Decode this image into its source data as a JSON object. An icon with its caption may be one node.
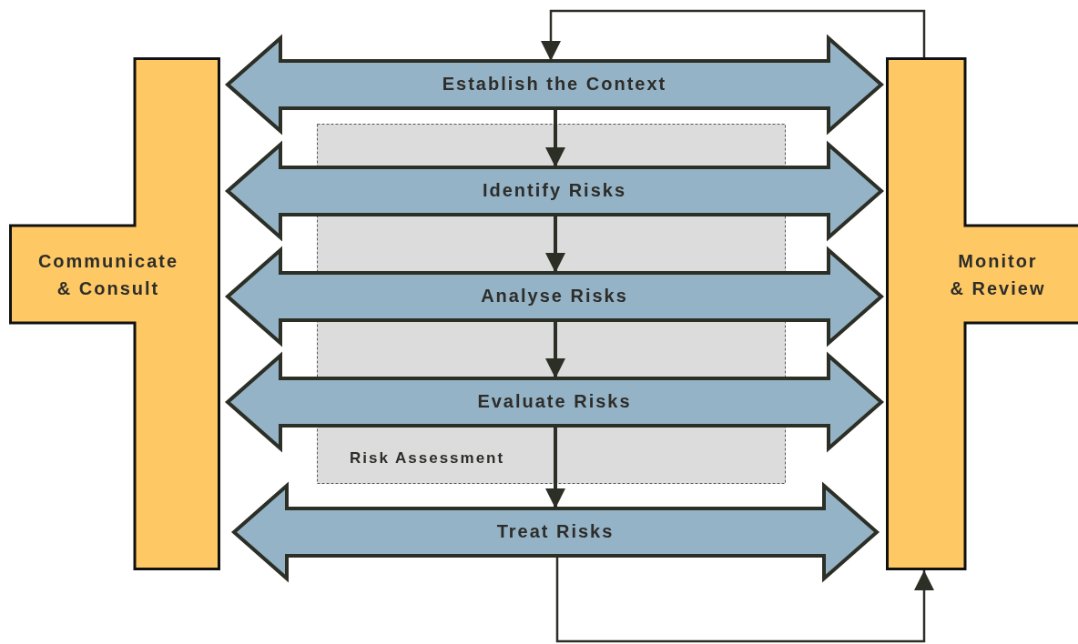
{
  "diagram": {
    "nodes": [
      {
        "text": [
          "Communicate & Consult"
        ]
      },
      {
        "text": [
          "Monitor & Review"
        ]
      },
      {
        "text": [
          "Establish the Context"
        ]
      },
      {
        "text": [
          "Identify Risks"
        ]
      },
      {
        "text": [
          "Analyse Risks"
        ]
      },
      {
        "text": [
          "Evaluate Risks"
        ]
      },
      {
        "text": [
          "Treat Risks"
        ]
      }
    ],
    "edges": [
      {
        "from": 1,
        "to": 2,
        "arrow": "to"
      },
      {
        "from": 2,
        "to": 3,
        "arrow": "to"
      },
      {
        "from": 3,
        "to": 4,
        "arrow": "to"
      },
      {
        "from": 4,
        "to": 5,
        "arrow": "to"
      },
      {
        "from": 5,
        "to": 6,
        "arrow": "to"
      },
      {
        "from": 6,
        "to": 1,
        "arrow": "to"
      }
    ],
    "labels": [
      "Risk Assessment"
    ]
  }
}
